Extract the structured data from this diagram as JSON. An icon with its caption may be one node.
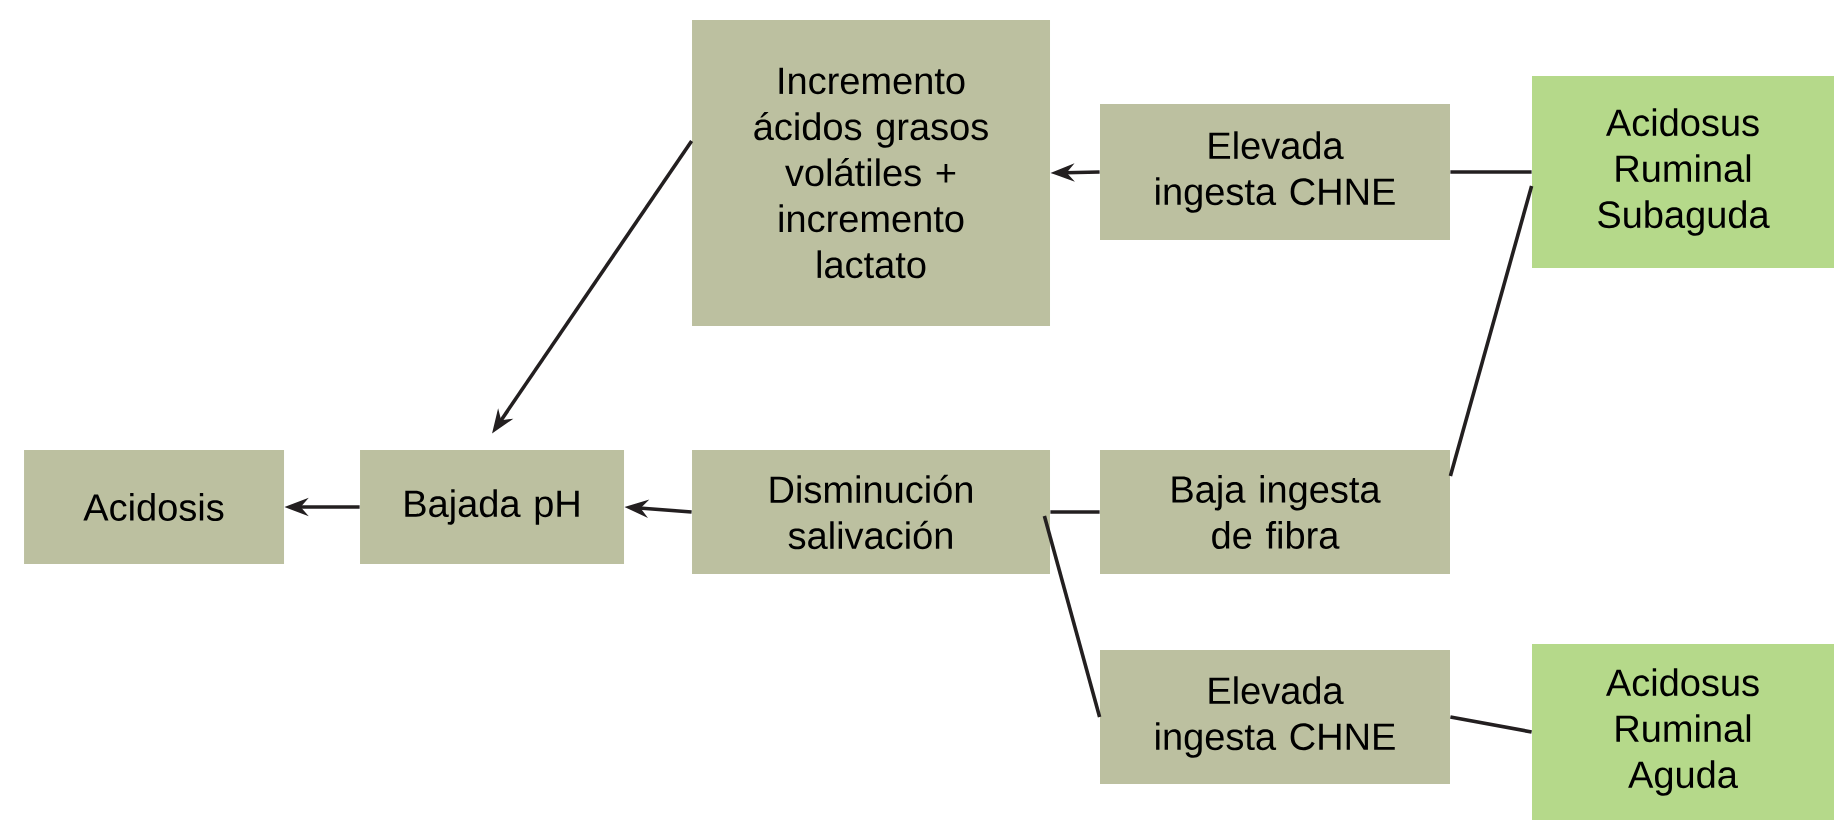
{
  "diagram": {
    "nodes": [
      {
        "text": [
          "Incremento ácidos grasos volátiles + incremento lactato"
        ]
      },
      {
        "text": [
          "Elevada ingesta CHNE"
        ]
      },
      {
        "text": [
          "Acidosus Ruminal Subaguda"
        ]
      },
      {
        "text": [
          "Acidosis"
        ]
      },
      {
        "text": [
          "Bajada pH"
        ]
      },
      {
        "text": [
          "Disminución salivación"
        ]
      },
      {
        "text": [
          "Baja ingesta de fibra"
        ]
      },
      {
        "text": [
          "Elevada ingesta CHNE"
        ]
      },
      {
        "text": [
          "Acidosus Ruminal Aguda"
        ]
      }
    ],
    "edges": [
      {
        "from": 2,
        "to": 1,
        "arrow": "none"
      },
      {
        "from": 1,
        "to": 0,
        "arrow": "to"
      },
      {
        "from": 2,
        "to": 6,
        "arrow": "none"
      },
      {
        "from": 0,
        "to": 4,
        "arrow": "to"
      },
      {
        "from": 6,
        "to": 5,
        "arrow": "none"
      },
      {
        "from": 5,
        "to": 4,
        "arrow": "to"
      },
      {
        "from": 4,
        "to": 3,
        "arrow": "to"
      },
      {
        "from": 5,
        "to": 7,
        "arrow": "none"
      },
      {
        "from": 8,
        "to": 7,
        "arrow": "none"
      }
    ]
  }
}
